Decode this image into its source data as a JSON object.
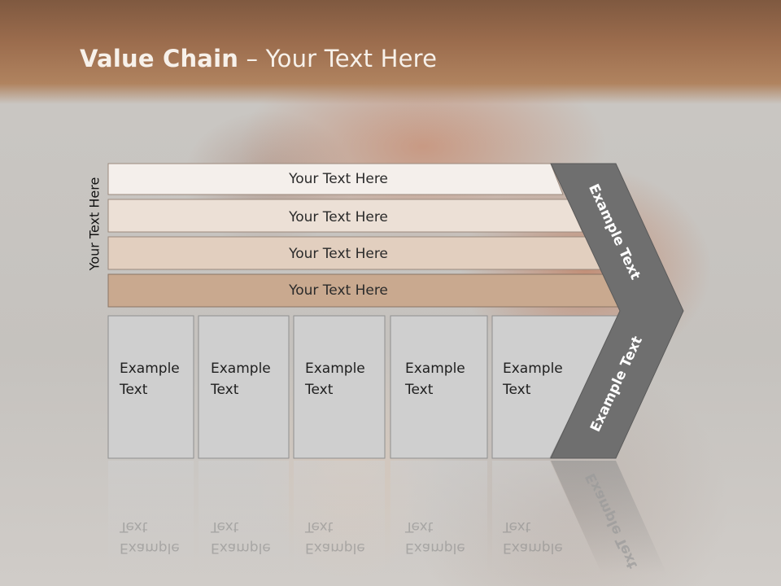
{
  "slide": {
    "title_bold": "Value Chain",
    "title_rest": " – Your Text Here",
    "side_label": "Your Text Here"
  },
  "bars": [
    {
      "label": "Your Text Here",
      "color": "#f4efeb"
    },
    {
      "label": "Your Text Here",
      "color": "#ece0d6"
    },
    {
      "label": "Your Text Here",
      "color": "#e2cfbf"
    },
    {
      "label": "Your Text Here",
      "color": "#c9a98f"
    }
  ],
  "columns": [
    {
      "label": "Example\nText"
    },
    {
      "label": "Example\nText"
    },
    {
      "label": "Example\nText"
    },
    {
      "label": "Example\nText"
    },
    {
      "label": "Example\nText"
    }
  ],
  "arrow": {
    "upper_label": "Example Text",
    "lower_label": "Example Text",
    "color": "#6f6f6f"
  },
  "colors": {
    "header": "#8c6247",
    "column_fill": "#cfcfcf",
    "accent_bar": "#c9a98f"
  }
}
